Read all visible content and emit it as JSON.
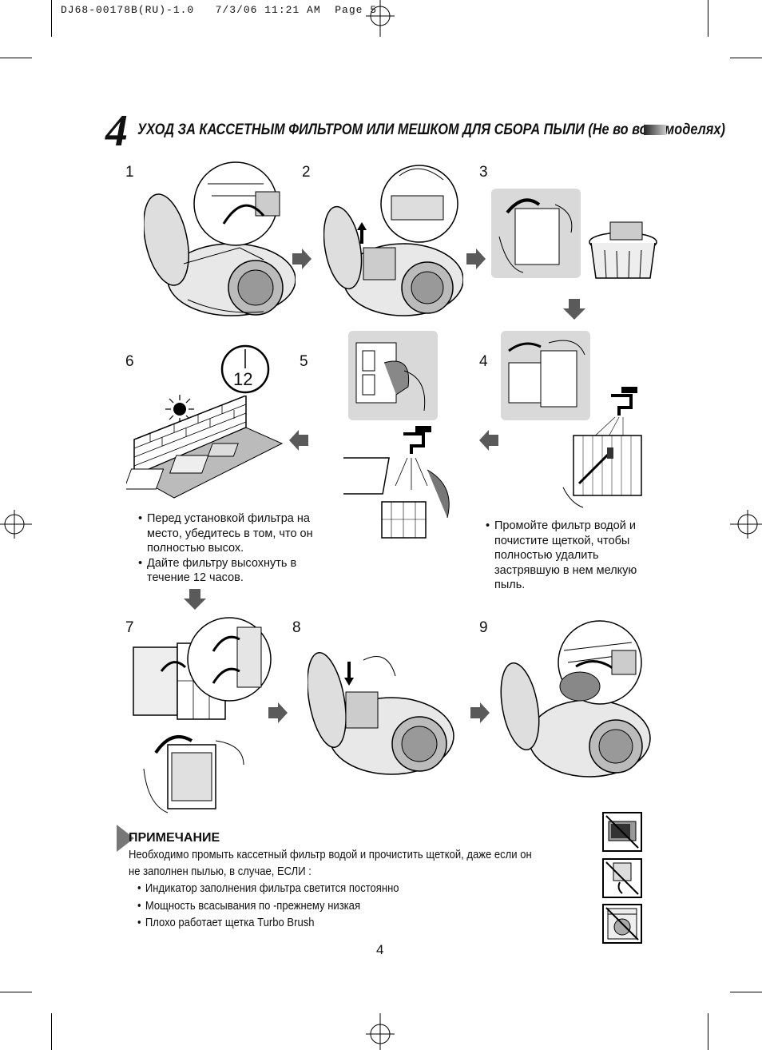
{
  "header": {
    "slug": "DJ68-00178B(RU)-1.0   7/3/06 11:21 AM  Page 5"
  },
  "section": {
    "number": "4",
    "title": "УХОД ЗА КАССЕТНЫМ ФИЛЬТРОМ ИЛИ МЕШКОМ ДЛЯ СБОРА ПЫЛИ (Не во всех моделях)"
  },
  "steps": {
    "s1": "1",
    "s2": "2",
    "s3": "3",
    "s4": "4",
    "s5": "5",
    "s6": "6",
    "s7": "7",
    "s8": "8",
    "s9": "9"
  },
  "clock": {
    "label": "12"
  },
  "dry_notes": [
    "Перед установкой фильтра на место, убедитесь в том, что он полностью высох.",
    "Дайте фильтру высохнуть в течение 12 часов."
  ],
  "wash_note": "Промойте фильтр водой и почистите щеткой, чтобы полностью удалить застрявшую в нем мелкую пыль.",
  "note": {
    "title": "ПРИМЕЧАНИЕ",
    "line1": "Необходимо промыть кассетный фильтр водой и прочистить щеткой, даже если он",
    "line2": "не заполнен пылью, в случае, ЕСЛИ :",
    "items": [
      "Индикатор заполнения фильтра светится постоянно",
      "Мощность всасывания по -прежнему низкая",
      "Плохо работает щетка Turbo Brush"
    ]
  },
  "page_number": "4",
  "colors": {
    "arrow": "#5a5a5a",
    "panel": "#d9d9d9",
    "ink": "#111111"
  }
}
